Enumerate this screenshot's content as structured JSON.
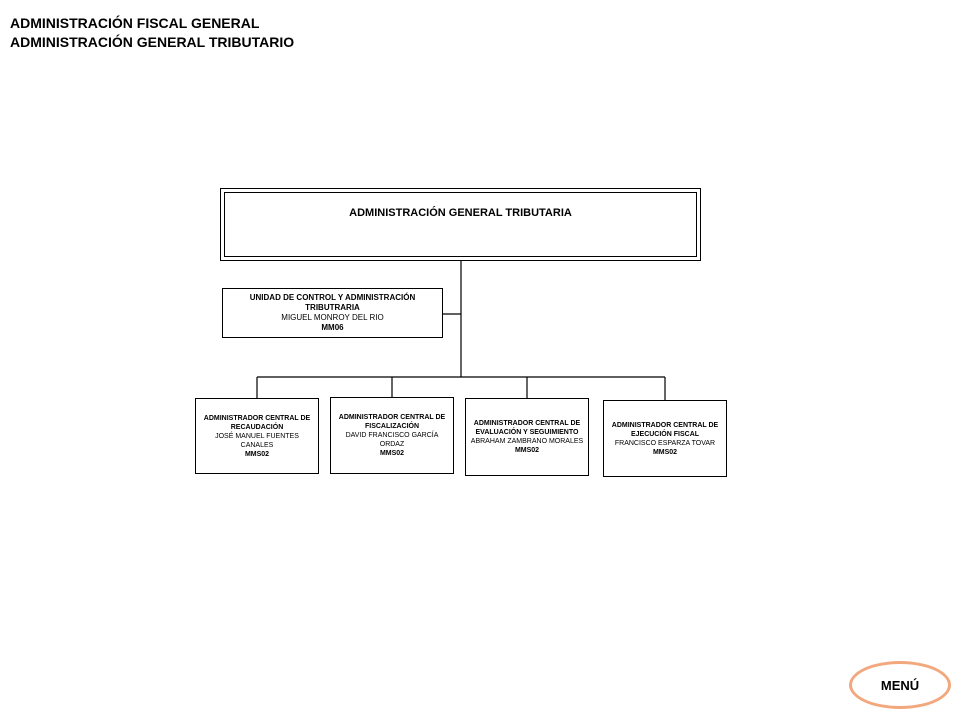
{
  "header": {
    "line1": "ADMINISTRACIÓN FISCAL GENERAL",
    "line2": "ADMINISTRACIÓN GENERAL TRIBUTARIO"
  },
  "chart": {
    "main_title": "ADMINISTRACIÓN GENERAL TRIBUTARIA",
    "unit": {
      "title": "UNIDAD DE CONTROL Y ADMINISTRACIÓN TRIBUTRARIA",
      "name": "MIGUEL MONROY DEL RIO",
      "code": "MM06"
    },
    "admins": [
      {
        "title": "ADMINISTRADOR CENTRAL DE RECAUDACIÓN",
        "name": "JOSÉ MANUEL FUENTES CANALES",
        "code": "MMS02"
      },
      {
        "title": "ADMINISTRADOR CENTRAL DE FISCALIZACIÓN",
        "name": "DAVID FRANCISCO GARCÍA ORDAZ",
        "code": "MMS02"
      },
      {
        "title": "ADMINISTRADOR CENTRAL DE EVALUACIÓN Y SEGUIMIENTO",
        "name": "ABRAHAM ZAMBRANO MORALES",
        "code": "MMS02"
      },
      {
        "title": "ADMINISTRADOR CENTRAL DE EJECUCIÓN FISCAL",
        "name": "FRANCISCO ESPARZA TOVAR",
        "code": "MMS02"
      }
    ]
  },
  "menu": {
    "label": "MENÚ"
  }
}
